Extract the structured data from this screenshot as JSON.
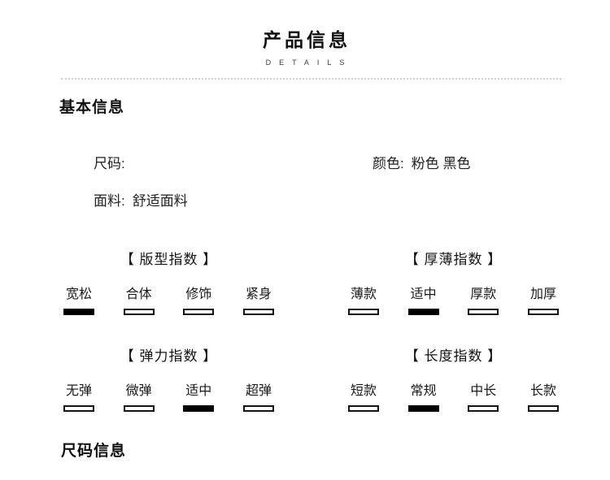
{
  "header": {
    "title": "产品信息",
    "subtitle": "DETAILS"
  },
  "basic_info": {
    "heading": "基本信息",
    "size": {
      "label": "尺码:",
      "value": ""
    },
    "color": {
      "label": "颜色:",
      "value": "粉色 黑色"
    },
    "fabric": {
      "label": "面料:",
      "value": "舒适面料"
    }
  },
  "index_groups": [
    {
      "title": "【 版型指数 】",
      "options": [
        {
          "label": "宽松",
          "selected": true
        },
        {
          "label": "合体",
          "selected": false
        },
        {
          "label": "修饰",
          "selected": false
        },
        {
          "label": "紧身",
          "selected": false
        }
      ]
    },
    {
      "title": "【 厚薄指数 】",
      "options": [
        {
          "label": "薄款",
          "selected": false
        },
        {
          "label": "适中",
          "selected": true
        },
        {
          "label": "厚款",
          "selected": false
        },
        {
          "label": "加厚",
          "selected": false
        }
      ]
    },
    {
      "title": "【 弹力指数 】",
      "options": [
        {
          "label": "无弹",
          "selected": false
        },
        {
          "label": "微弹",
          "selected": false
        },
        {
          "label": "适中",
          "selected": true
        },
        {
          "label": "超弹",
          "selected": false
        }
      ]
    },
    {
      "title": "【 长度指数 】",
      "options": [
        {
          "label": "短款",
          "selected": false
        },
        {
          "label": "常规",
          "selected": true
        },
        {
          "label": "中长",
          "selected": false
        },
        {
          "label": "长款",
          "selected": false
        }
      ]
    }
  ],
  "size_info": {
    "heading": "尺码信息"
  },
  "colors": {
    "text": "#1a1a1a",
    "selected_box": "#000000",
    "unselected_box_border": "#141414",
    "divider": "#cfcfcf"
  }
}
